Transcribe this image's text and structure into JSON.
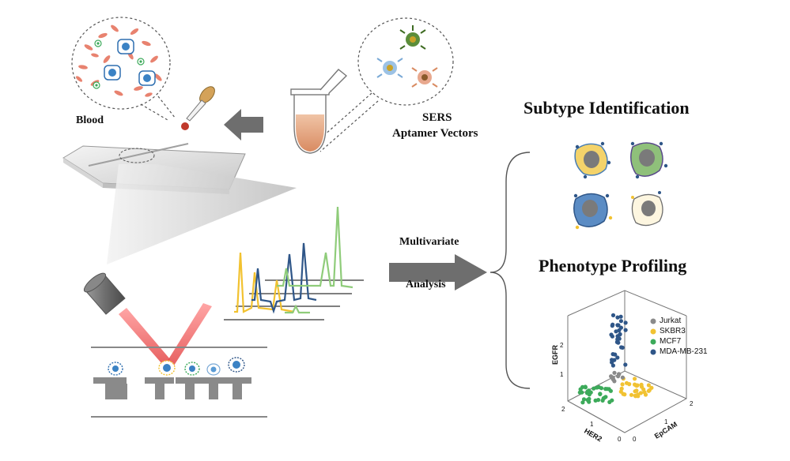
{
  "labels": {
    "blood": "Blood",
    "sers_line1": "SERS",
    "sers_line2": "Aptamer Vectors",
    "subtype_title": "Subtype Identification",
    "phenotype_title": "Phenotype Profiling",
    "multivariate": "Multivariate",
    "analysis": "Analysis"
  },
  "plot3d": {
    "legend": [
      "Jurkat",
      "SKBR3",
      "MCF7",
      "MDA-MB-231"
    ],
    "axis_labels": {
      "x": "HER2",
      "y": "EpCAM",
      "z": "EGFR"
    },
    "tick_x": [
      "2",
      "1",
      "0"
    ],
    "tick_y": [
      "0",
      "1",
      "2"
    ],
    "tick_z": [
      "1",
      "2"
    ]
  },
  "colors": {
    "jurkat": "#8a8a8a",
    "skbr3": "#f1c232",
    "mcf7": "#3caa5a",
    "mda": "#2f5688",
    "blood_red": "#c0392b",
    "spectrum_yellow": "#f2c230",
    "spectrum_blue": "#2f5688",
    "spectrum_green": "#8fcc7a"
  }
}
